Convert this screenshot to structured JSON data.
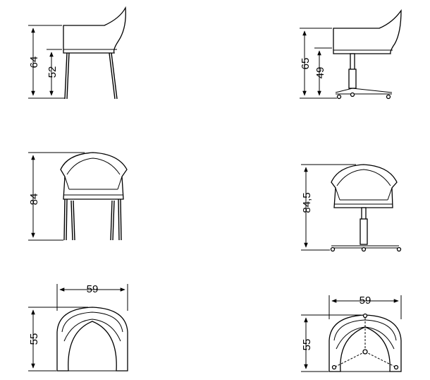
{
  "drawing": {
    "views": {
      "chair_a_side": {
        "height_total": "64",
        "height_seat": "52"
      },
      "chair_b_side": {
        "height_total": "65",
        "height_seat": "49"
      },
      "chair_a_front": {
        "height_total": "84"
      },
      "chair_b_front": {
        "height_total": "84,5"
      },
      "chair_a_top": {
        "width": "59",
        "depth": "55"
      },
      "chair_b_top": {
        "width": "59",
        "depth": "55"
      }
    }
  }
}
